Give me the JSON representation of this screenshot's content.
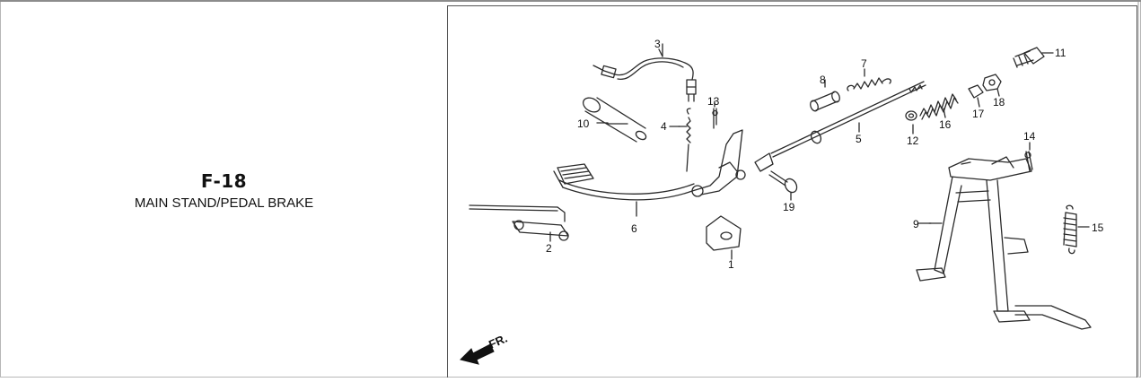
{
  "section": {
    "code": "F-18",
    "title": "MAIN STAND/PEDAL BRAKE"
  },
  "diagram": {
    "direction_label": "FR.",
    "callouts": [
      "1",
      "2",
      "3",
      "4",
      "5",
      "6",
      "7",
      "8",
      "9",
      "10",
      "11",
      "12",
      "13",
      "14",
      "15",
      "16",
      "17",
      "18",
      "19"
    ]
  },
  "colors": {
    "line": "#2a2a2a",
    "text": "#111111",
    "border": "#555555"
  },
  "icons": [
    "front-direction-arrow-icon"
  ]
}
